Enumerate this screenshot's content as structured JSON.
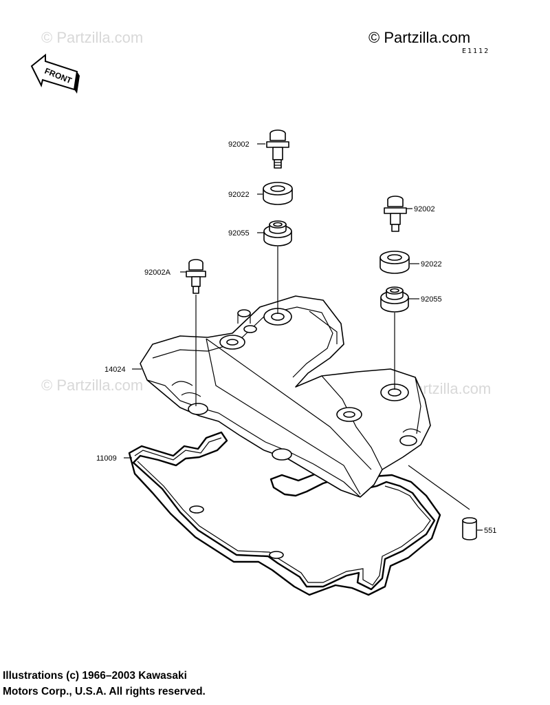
{
  "watermarks": {
    "top_left": "© Partzilla.com",
    "top_right": "© Partzilla.com",
    "middle_left": "© Partzilla.com",
    "middle_right": "© Partzilla.com"
  },
  "diagram_code": "E1112",
  "front_arrow": "FRONT",
  "parts": {
    "bolt_top": "92002",
    "washer_top": "92022",
    "grommet_top": "92055",
    "bolt_right": "92002",
    "washer_right": "92022",
    "grommet_right": "92055",
    "bolt_left": "92002A",
    "cover": "14024",
    "gasket": "11009",
    "dowel": "551"
  },
  "copyright": {
    "line1": "Illustrations (c) 1966–2003 Kawasaki",
    "line2": "Motors Corp., U.S.A.  All rights reserved."
  }
}
